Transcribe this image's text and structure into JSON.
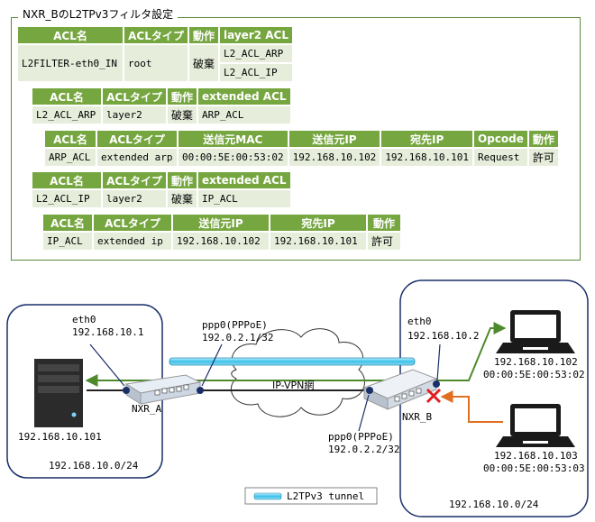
{
  "frame_title": "NXR_BのL2TPv3フィルタ設定",
  "tables": {
    "t1": {
      "headers": [
        "ACL名",
        "ACLタイプ",
        "動作",
        "layer2 ACL"
      ],
      "name": "L2FILTER-eth0_IN",
      "type": "root",
      "action": "破棄",
      "acl1": "L2_ACL_ARP",
      "acl2": "L2_ACL_IP"
    },
    "t2": {
      "headers": [
        "ACL名",
        "ACLタイプ",
        "動作",
        "extended ACL"
      ],
      "row": [
        "L2_ACL_ARP",
        "layer2",
        "破棄",
        "ARP_ACL"
      ]
    },
    "t3": {
      "headers": [
        "ACL名",
        "ACLタイプ",
        "送信元MAC",
        "送信元IP",
        "宛先IP",
        "Opcode",
        "動作"
      ],
      "row": [
        "ARP_ACL",
        "extended arp",
        "00:00:5E:00:53:02",
        "192.168.10.102",
        "192.168.10.101",
        "Request",
        "許可"
      ]
    },
    "t4": {
      "headers": [
        "ACL名",
        "ACLタイプ",
        "動作",
        "extended ACL"
      ],
      "row": [
        "L2_ACL_IP",
        "layer2",
        "破棄",
        "IP_ACL"
      ]
    },
    "t5": {
      "headers": [
        "ACL名",
        "ACLタイプ",
        "送信元IP",
        "宛先IP",
        "動作"
      ],
      "row": [
        "IP_ACL",
        "extended ip",
        "192.168.10.102",
        "192.168.10.101",
        "許可"
      ]
    }
  },
  "diagram": {
    "left_eth": "eth0",
    "left_eth_ip": "192.168.10.1",
    "left_ppp": "ppp0(PPPoE)",
    "left_ppp_ip": "192.0.2.1/32",
    "nxr_a": "NXR_A",
    "server_ip": "192.168.10.101",
    "left_network": "192.168.10.0/24",
    "cloud": "IP-VPN網",
    "right_eth": "eth0",
    "right_eth_ip": "192.168.10.2",
    "right_ppp": "ppp0(PPPoE)",
    "right_ppp_ip": "192.0.2.2/32",
    "nxr_b": "NXR_B",
    "pc1_ip": "192.168.10.102",
    "pc1_mac": "00:00:5E:00:53:02",
    "pc2_ip": "192.168.10.103",
    "pc2_mac": "00:00:5E:00:53:03",
    "right_network": "192.168.10.0/24",
    "legend": "L2TPv3 tunnel"
  },
  "colors": {
    "header_green": "#76a640",
    "cell_bg": "#e6eedb",
    "allow_arrow": "#4e8a2c",
    "deny_arrow": "#e07020",
    "deny_mark": "#e02020",
    "tunnel": "#5bc8e8"
  }
}
